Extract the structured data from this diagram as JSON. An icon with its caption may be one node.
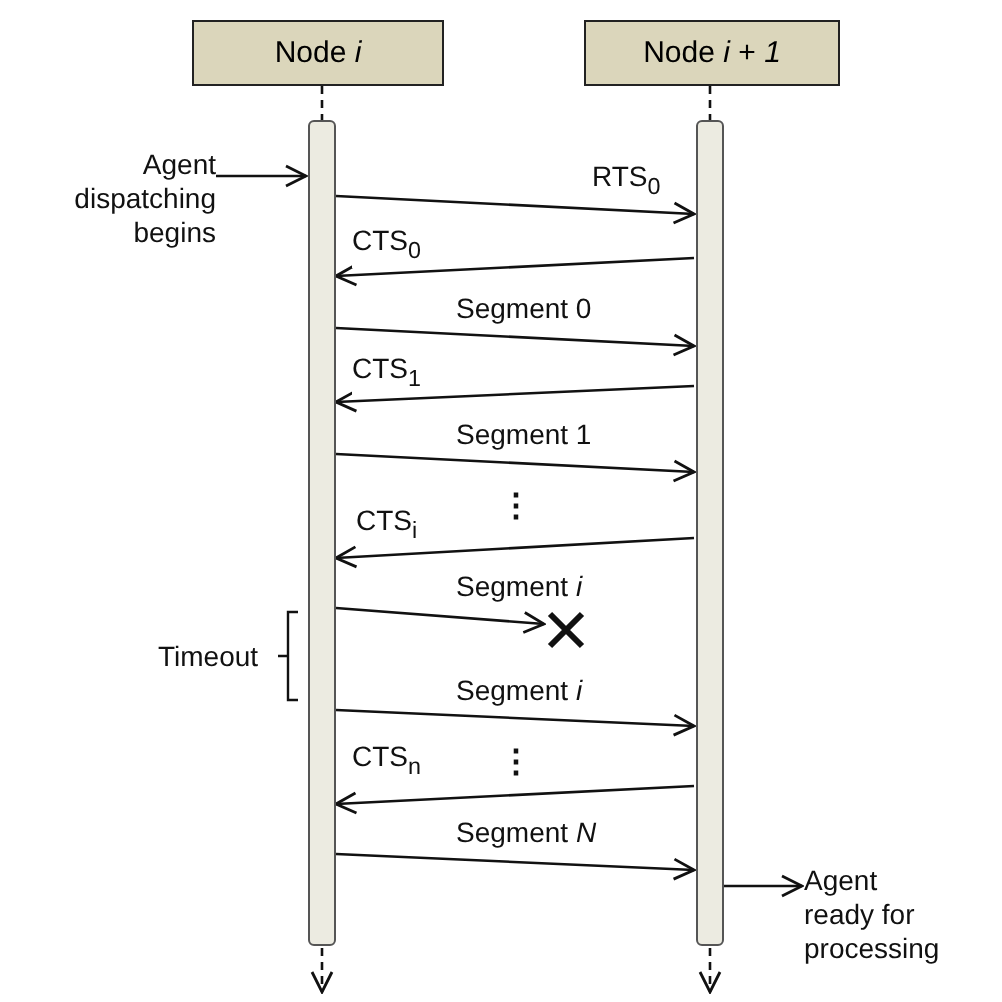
{
  "diagram": {
    "nodes": [
      {
        "text": [
          "Node *i*"
        ]
      },
      {
        "text": [
          "Node *i* + *1*"
        ]
      },
      {
        "text": [],
        "shape": "bar"
      },
      {
        "text": [],
        "shape": "bar"
      },
      {
        "text": [
          "Agent dispatching begins"
        ]
      },
      {
        "text": [
          "Agent ready for processing"
        ]
      },
      {
        "text": [],
        "shape": "cross"
      }
    ],
    "edges": [
      {
        "from": 0,
        "to": 2,
        "arrow": "none",
        "style": "dashed"
      },
      {
        "from": 1,
        "to": 3,
        "arrow": "none",
        "style": "dashed"
      },
      {
        "from": 4,
        "to": 2,
        "arrow": "to"
      },
      {
        "from": 2,
        "to": 3,
        "arrow": "to",
        "label": "RTS$_{0}$"
      },
      {
        "from": 3,
        "to": 2,
        "arrow": "to",
        "label": "CTS$_{0}$"
      },
      {
        "from": 2,
        "to": 3,
        "arrow": "to",
        "label": "Segment 0"
      },
      {
        "from": 3,
        "to": 2,
        "arrow": "to",
        "label": "CTS$_{1}$"
      },
      {
        "from": 2,
        "to": 3,
        "arrow": "to",
        "label": "Segment 1"
      },
      {
        "from": 3,
        "to": 2,
        "arrow": "to",
        "label": "CTS$_{i}$"
      },
      {
        "from": 2,
        "to": 6,
        "arrow": "to",
        "label": "Segment *i*"
      },
      {
        "from": 2,
        "to": 3,
        "arrow": "to",
        "label": "Segment *i*"
      },
      {
        "from": 3,
        "to": 2,
        "arrow": "to",
        "label": "CTS$_{n}$"
      },
      {
        "from": 2,
        "to": 3,
        "arrow": "to",
        "label": "Segment *N*"
      },
      {
        "from": 3,
        "to": 5,
        "arrow": "to"
      },
      {
        "from": 2,
        "to": null,
        "arrow": "to",
        "style": "dashed"
      },
      {
        "from": 3,
        "to": null,
        "arrow": "to",
        "style": "dashed"
      }
    ],
    "labels": [
      "⋮",
      "Timeout",
      "⋮"
    ]
  }
}
